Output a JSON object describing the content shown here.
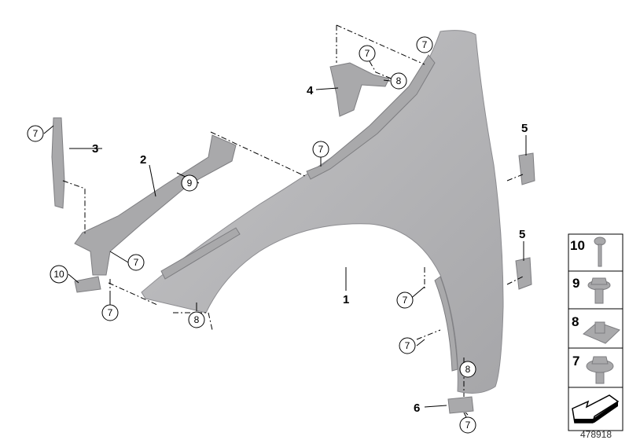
{
  "diagram_number": "478918",
  "callouts": {
    "part1": "1",
    "part2": "2",
    "part3": "3",
    "part4": "4",
    "part5a": "5",
    "part5b": "5",
    "part6": "6"
  },
  "circled": {
    "c7a": "7",
    "c7b": "7",
    "c7c": "7",
    "c7d": "7",
    "c7e": "7",
    "c7f": "7",
    "c7g": "7",
    "c7h": "7",
    "c7i": "7",
    "c8a": "8",
    "c8b": "8",
    "c8c": "8",
    "c9": "9",
    "c10": "10"
  },
  "legend": [
    {
      "number": "10",
      "icon": "torx-bolt-icon"
    },
    {
      "number": "9",
      "icon": "hex-bolt-washer-icon"
    },
    {
      "number": "8",
      "icon": "clip-nut-icon"
    },
    {
      "number": "7",
      "icon": "hex-bolt-flange-icon"
    },
    {
      "number": "",
      "icon": "direction-arrow-icon"
    }
  ],
  "colors": {
    "part": "#a9a9ab",
    "fender": "#b4b4b6"
  }
}
